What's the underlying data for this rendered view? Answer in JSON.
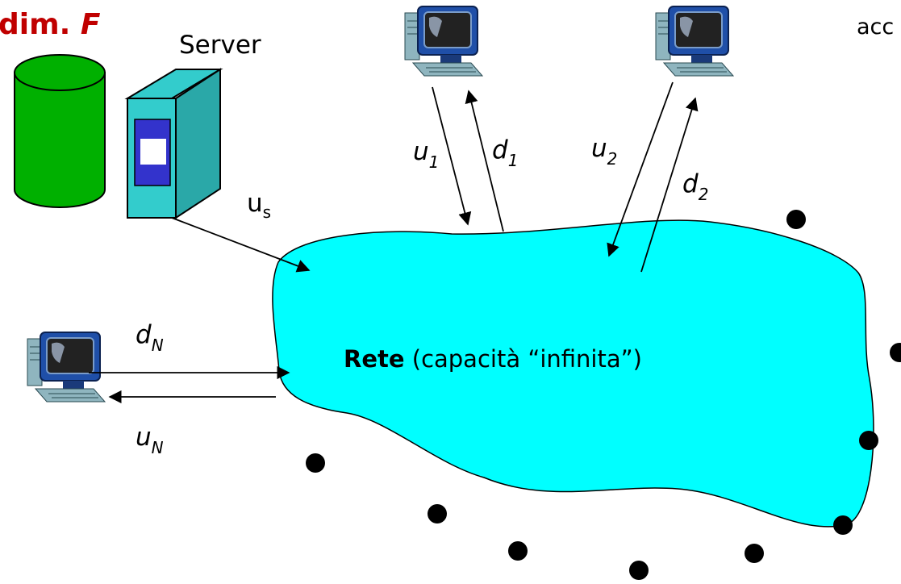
{
  "corner_text": {
    "dim_label": "dim.",
    "file_symbol": "F",
    "top_right_fragment": "acc"
  },
  "server": {
    "label": "Server"
  },
  "network": {
    "bold_label": "Rete",
    "label_suffix": " (capacità “infinita”)"
  },
  "rates": {
    "us": {
      "base": "u",
      "sub": "s"
    },
    "u1": {
      "base": "u",
      "sub": "1"
    },
    "d1": {
      "base": "d",
      "sub": "1"
    },
    "u2": {
      "base": "u",
      "sub": "2"
    },
    "d2": {
      "base": "d",
      "sub": "2"
    },
    "dN": {
      "base": "d",
      "sub": "N"
    },
    "uN": {
      "base": "u",
      "sub": "N"
    }
  },
  "colors": {
    "title_red": "#c00000",
    "cloud_cyan": "#00ffff",
    "disk_green": "#00b000",
    "server_teal": "#33cccc",
    "screen_blue": "#3333cc"
  }
}
